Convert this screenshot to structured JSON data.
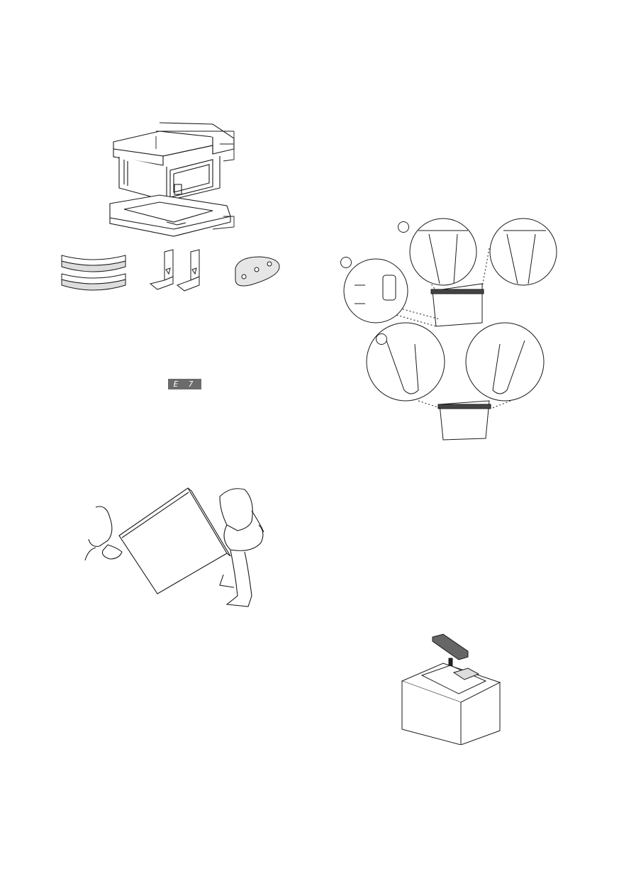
{
  "page": {
    "figures": [
      {
        "name": "packaging-exploded-view"
      },
      {
        "name": "accessory-parts"
      },
      {
        "name": "error-code-display"
      },
      {
        "name": "lifting-unit-illustration"
      },
      {
        "name": "bracket-installation-diagram"
      },
      {
        "name": "remove-cover-illustration"
      }
    ]
  },
  "error_display": {
    "code": "E 7",
    "background": "#6b6b6b",
    "text_color": "#ffffff"
  },
  "step_markers": [
    "circle-1",
    "circle-2",
    "circle-3"
  ]
}
